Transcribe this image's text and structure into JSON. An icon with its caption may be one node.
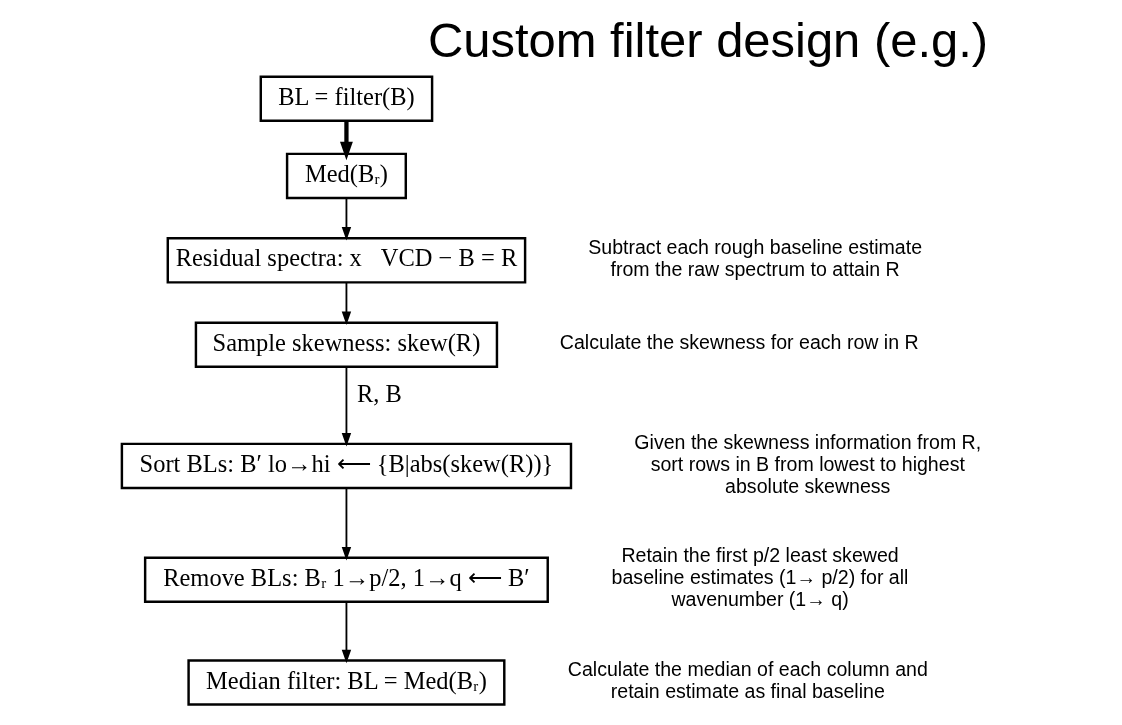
{
  "diagram": {
    "title": "Custom filter design (e.g.)",
    "nodes": [
      {
        "text": [
          "BL = filter(B)"
        ]
      },
      {
        "text": [
          "Med(Bᵣ)"
        ]
      },
      {
        "text": [
          "Residual spectra: x⃗VCD − B = R"
        ],
        "beside": [
          "Subtract each rough baseline estimate from the raw spectrum to attain R"
        ]
      },
      {
        "text": [
          "Sample skewness: skew(R)"
        ],
        "beside": [
          "Calculate the skewness for each row in R"
        ]
      },
      {
        "text": [
          "Sort BLs: B′ lo→hi ⟵ {B|abs(skew(R))}"
        ],
        "beside": [
          "Given the skewness information from R, sort rows in B from lowest to highest absolute skewness"
        ]
      },
      {
        "text": [
          "Remove BLs: Bᵣ 1→p/2, 1→q ⟵ B′"
        ],
        "beside": [
          "Retain the first p/2 least skewed baseline estimates (1→ p/2) for all wavenumber (1→ q)"
        ]
      },
      {
        "text": [
          "Median filter: BL = Med(Bᵣ)"
        ],
        "beside": [
          "Calculate the median of each column and retain estimate as final baseline"
        ]
      }
    ],
    "edges": [
      {
        "from": 0,
        "to": 1,
        "arrow": "to",
        "style": "thick"
      },
      {
        "from": 1,
        "to": 2,
        "arrow": "to"
      },
      {
        "from": 2,
        "to": 3,
        "arrow": "to"
      },
      {
        "from": 3,
        "to": 4,
        "arrow": "to",
        "label": "R, B"
      },
      {
        "from": 4,
        "to": 5,
        "arrow": "to"
      },
      {
        "from": 5,
        "to": 6,
        "arrow": "to"
      }
    ]
  }
}
